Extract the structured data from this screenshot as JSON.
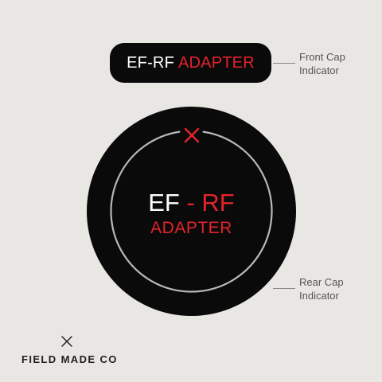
{
  "front_cap": {
    "text_white": "EF-RF",
    "text_red": "ADAPTER"
  },
  "front_callout": {
    "line1": "Front Cap",
    "line2": "Indicator"
  },
  "rear_cap": {
    "title_white": "EF",
    "title_red": "- RF",
    "subtitle": "ADAPTER",
    "mark_icon": "x-icon"
  },
  "rear_callout": {
    "line1": "Rear Cap",
    "line2": "Indicator"
  },
  "brand": {
    "name": "FIELD MADE CO",
    "logo_icon": "x-icon"
  },
  "colors": {
    "background": "#e9e7e4",
    "cap": "#0a0a0a",
    "accent_red": "#e5232b",
    "ring": "#b8b8b8",
    "callout_text": "#555555"
  }
}
